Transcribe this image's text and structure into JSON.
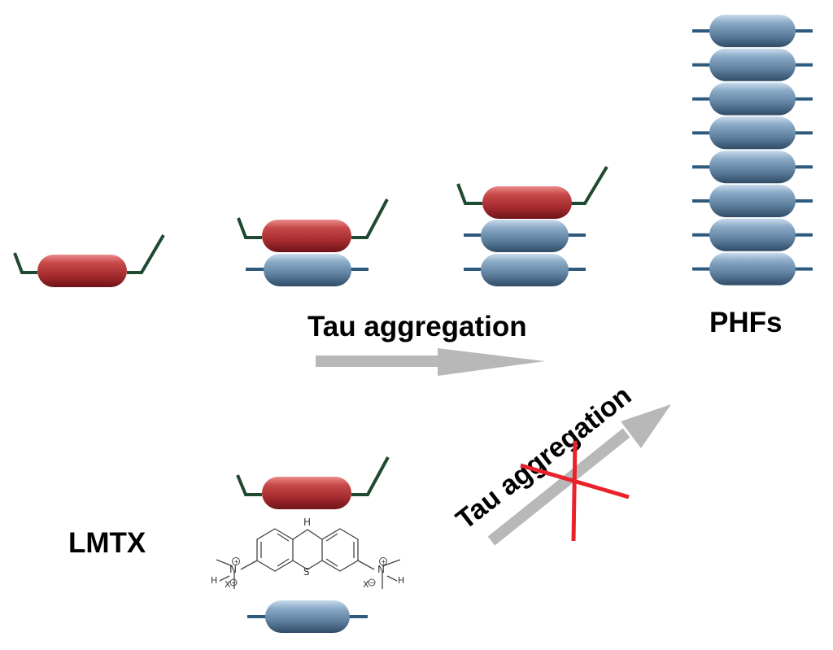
{
  "labels": {
    "tau_aggregation_top": "Tau aggregation",
    "phfs": "PHFs",
    "lmtx": "LMTX",
    "tau_aggregation_blocked": "Tau aggregation"
  },
  "molecule": {
    "atom_nh": "H",
    "atom_s": "S",
    "atom_n_left": "N",
    "atom_n_right": "N",
    "atom_h_left": "H",
    "atom_h_right": "H",
    "counterion_left": "X",
    "counterion_right": "X",
    "charge_plus": "+",
    "charge_minus": "−"
  },
  "colors": {
    "red_segment": "#b5383a",
    "blue_segment": "#6b8fad",
    "tail_green": "#1f4a32",
    "tail_blue": "#2e5a7e",
    "arrow_gray": "#b8b8b8",
    "cross_red": "#e8232b"
  }
}
